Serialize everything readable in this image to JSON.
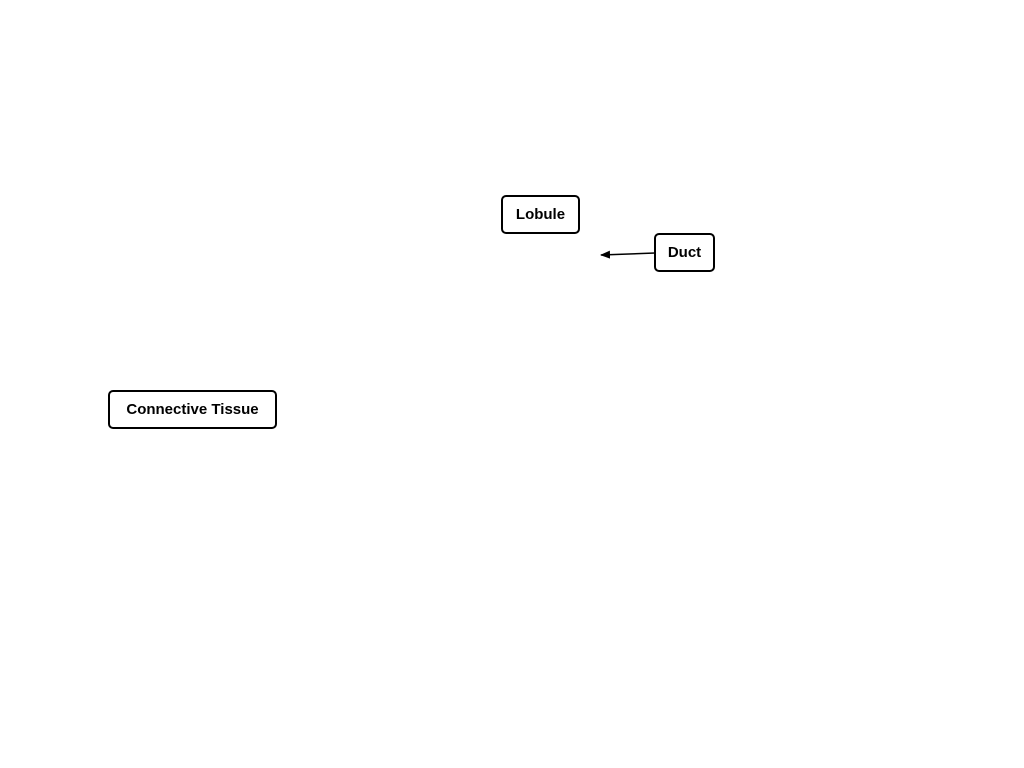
{
  "diagram": {
    "labels": {
      "lobule": "Lobule",
      "duct": "Duct",
      "connective_tissue": "Connective Tissue"
    },
    "arrows": [
      {
        "from": "duct",
        "direction": "left"
      }
    ]
  }
}
